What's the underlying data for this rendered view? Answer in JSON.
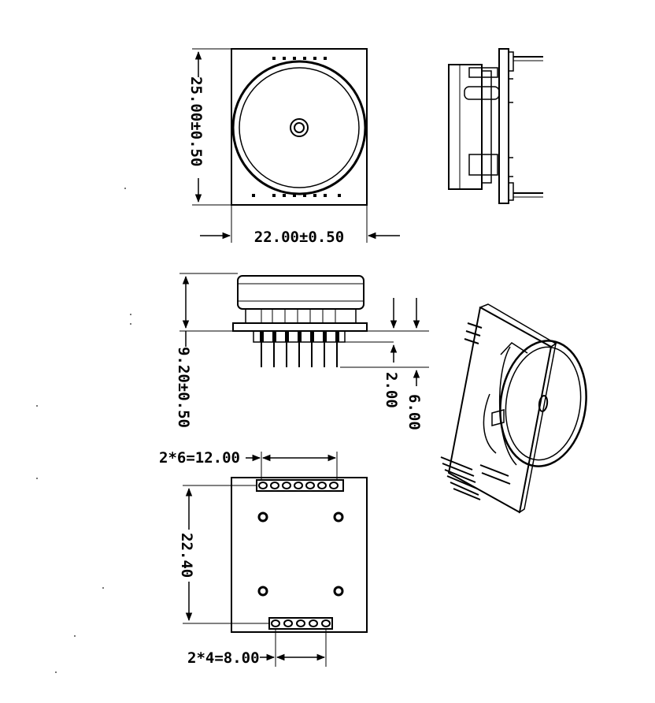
{
  "dimensions": {
    "height_top": "25.00±0.50",
    "width_top": "22.00±0.50",
    "height_side": "9.20±0.50",
    "pin_gap": "2.00",
    "pin_length": "6.00",
    "pitch_top_pins": "2*6=12.00",
    "pin_row_spacing": "22.40",
    "pitch_bottom_pins": "2*4=8.00"
  },
  "colors": {
    "ink": "#000000",
    "paper": "#ffffff"
  }
}
